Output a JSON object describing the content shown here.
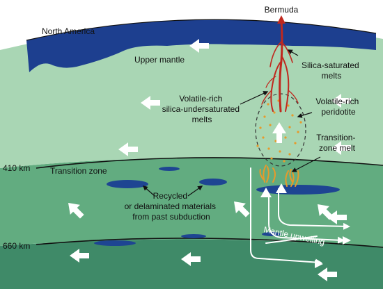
{
  "labels": {
    "north_america": "North America",
    "bermuda": "Bermuda",
    "upper_mantle": "Upper mantle",
    "silica_saturated_1": "Silica-saturated",
    "silica_saturated_2": "melts",
    "volatile_undersat_1": "Volatile-rich",
    "volatile_undersat_2": "silica-undersaturated",
    "volatile_undersat_3": "melts",
    "volatile_peridotite_1": "Volatile-rich",
    "volatile_peridotite_2": "peridotite",
    "transition_melt_1": "Transition-",
    "transition_melt_2": "zone melt",
    "km_410": "410 km",
    "transition_zone": "Transition zone",
    "recycled_1": "Recycled",
    "recycled_2": "or delaminated materials",
    "recycled_3": "from past subduction",
    "km_660": "660 km",
    "mantle_upwelling": "Mantle upwelling"
  },
  "colors": {
    "crust": "#1d3f8f",
    "upper_mantle": "#a9d6b4",
    "transition_zone": "#62ac80",
    "lower_mantle": "#3f8a68",
    "slab": "#1e4592",
    "melt_red": "#c0281e",
    "melt_orange": "#e89a2a",
    "arrow_white": "#ffffff"
  },
  "icons": {
    "flow_arrow": "white-arrow-icon",
    "pointer_arrow": "black-pointer-arrow-icon"
  }
}
